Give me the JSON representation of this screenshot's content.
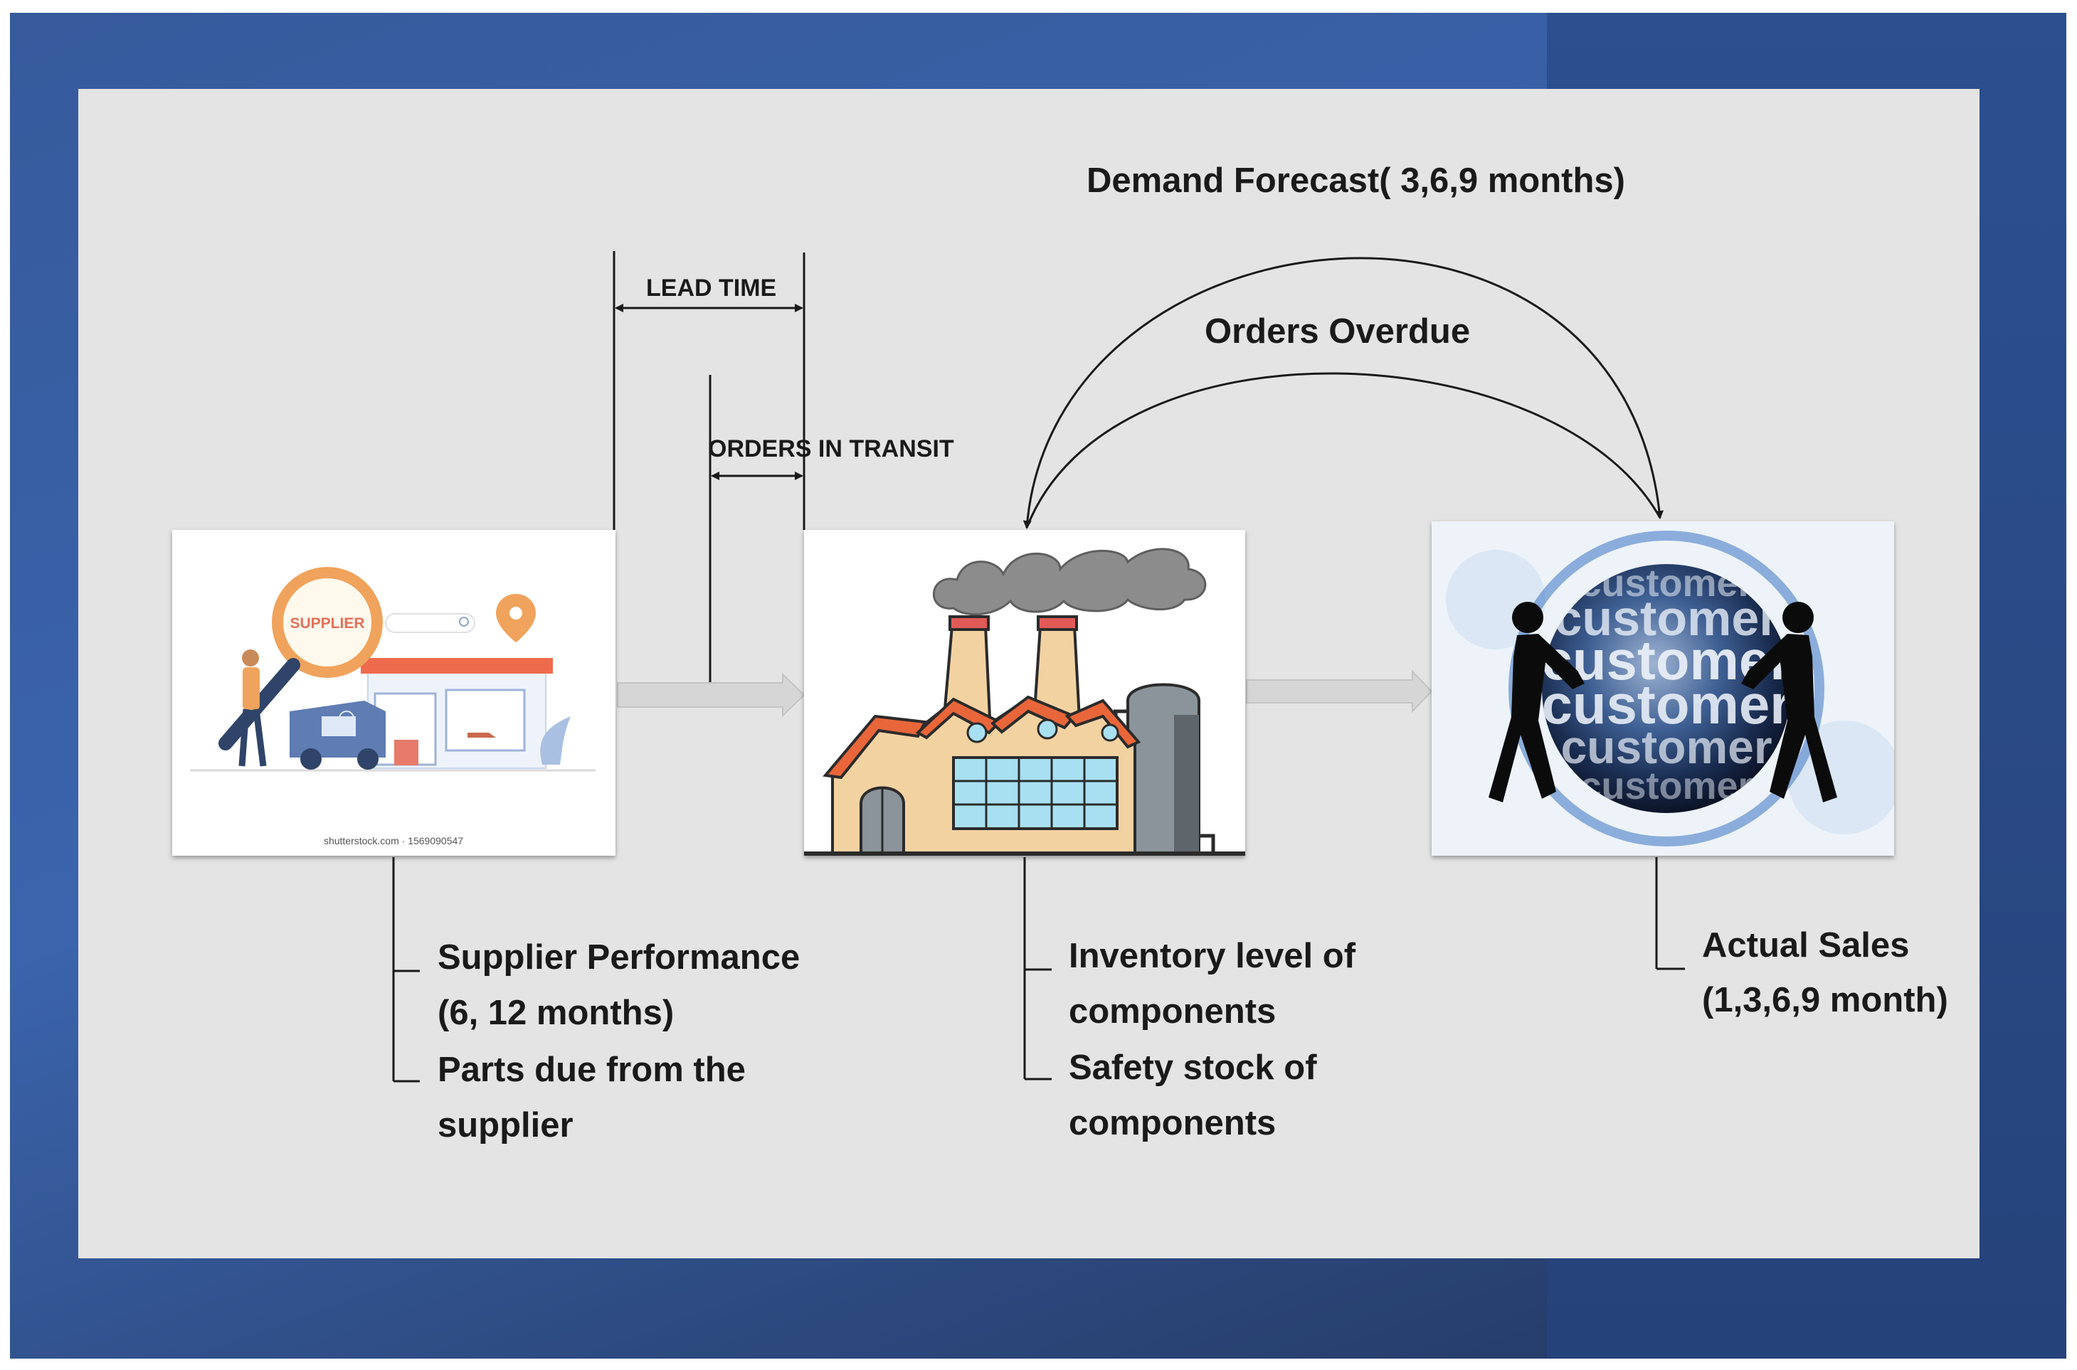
{
  "arrows": {
    "demand_forecast": "Demand Forecast( 3,6,9 months)",
    "orders_overdue": "Orders Overdue",
    "lead_time": "LEAD TIME",
    "orders_in_transit": "ORDERS IN TRANSIT"
  },
  "supplier": {
    "icon_text": "SUPPLIER",
    "watermark": "shutterstock.com · 1569090547",
    "labels": [
      "Supplier Performance",
      "(6, 12 months)",
      "Parts due from the",
      "supplier"
    ]
  },
  "factory": {
    "labels": [
      "Inventory level of",
      "components",
      "Safety stock of",
      "components"
    ]
  },
  "customer": {
    "globe_text": "customer",
    "labels": [
      "Actual Sales",
      "(1,3,6,9 month)"
    ]
  },
  "colors": {
    "background_blue": "#3b64ac",
    "panel_gray": "#e4e4e4",
    "factory_roof": "#e8663a",
    "factory_wall": "#f3d2a2",
    "supplier_orange": "#f0a35c"
  }
}
